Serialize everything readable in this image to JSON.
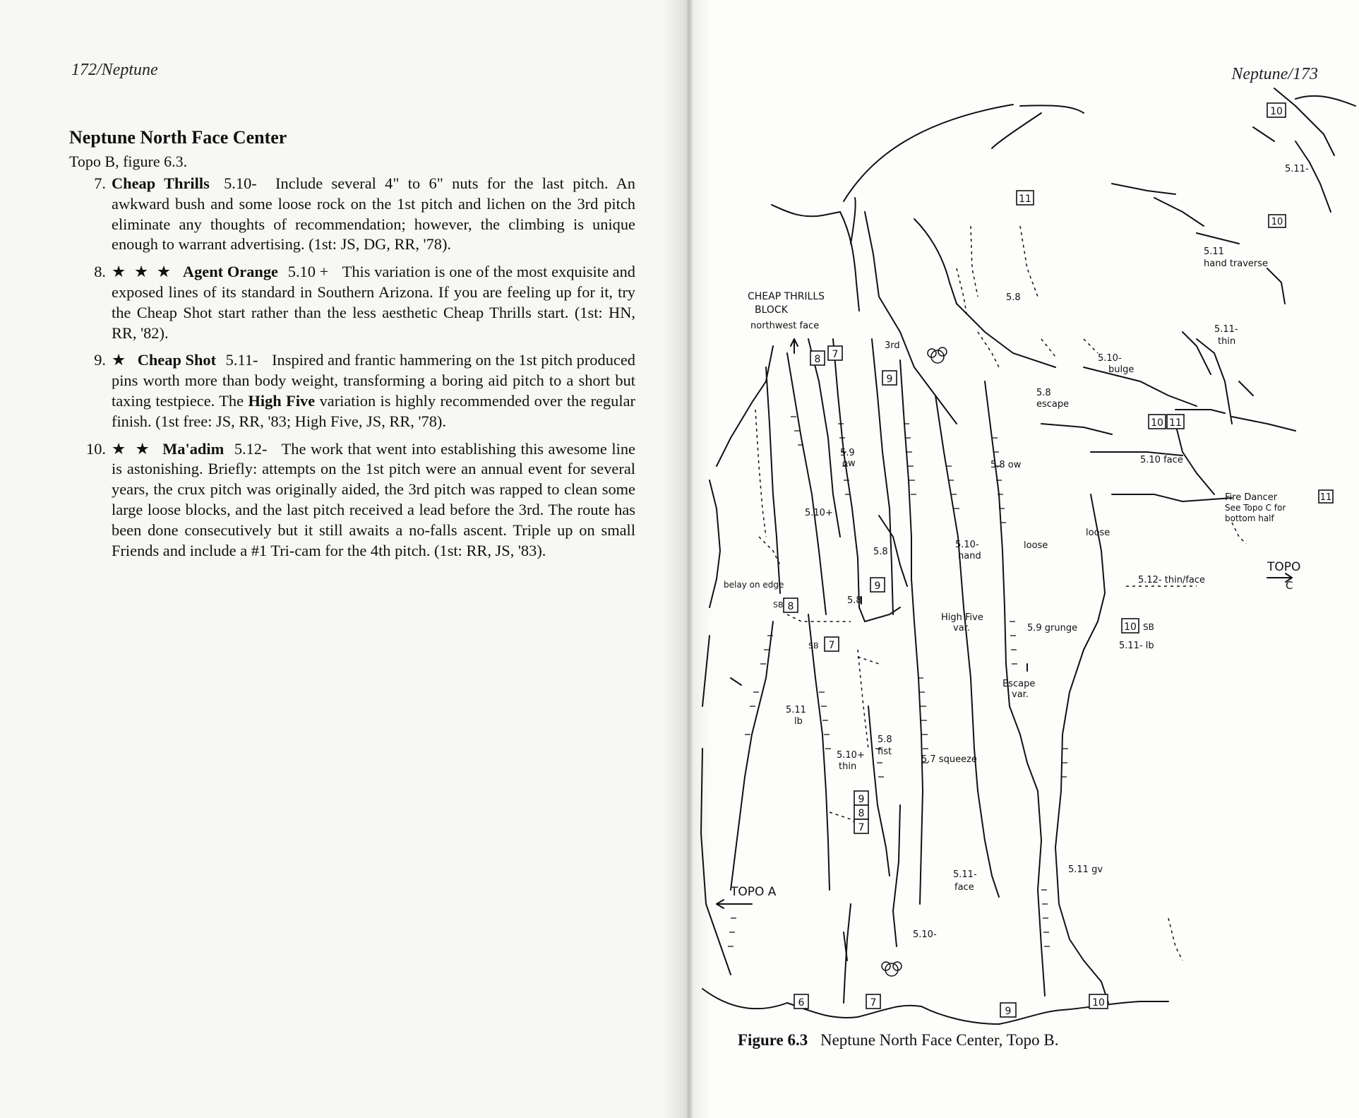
{
  "left_page": {
    "header": "172/Neptune",
    "section_title": "Neptune North Face Center",
    "topo_ref": "Topo B, figure 6.3.",
    "routes": [
      {
        "number": "7.",
        "stars": "",
        "name": "Cheap Thrills",
        "grade": "5.10-",
        "description": "Include several 4\" to 6\" nuts for the last pitch. An awkward bush and some loose rock on the 1st pitch and lichen on the 3rd pitch eliminate any thoughts of recommendation; however, the climbing is unique enough to warrant advertising. (1st: JS, DG, RR, '78)."
      },
      {
        "number": "8.",
        "stars": "★ ★ ★",
        "name": "Agent Orange",
        "grade": "5.10 +",
        "description": "This variation is one of the most exquisite and exposed lines of its standard in Southern Arizona. If you are feeling up for it, try the Cheap Shot start rather than the less aesthetic Cheap Thrills start. (1st: HN, RR, '82)."
      },
      {
        "number": "9.",
        "stars": "★",
        "name": "Cheap Shot",
        "grade": "5.11-",
        "description_before": "Inspired and frantic hammering on the 1st pitch produced pins worth more than body weight, transforming a boring aid pitch to a short but taxing testpiece. The",
        "highlight": "High Five",
        "description_after": "variation is highly recommended over the regular finish. (1st free: JS, RR, '83; High Five, JS, RR, '78)."
      },
      {
        "number": "10.",
        "stars": "★ ★",
        "name": "Ma'adim",
        "grade": "5.12-",
        "description": "The work that went into establishing this awesome line is astonishing. Briefly: attempts on the 1st pitch were an annual event for several years, the crux pitch was originally aided, the 3rd pitch was rapped to clean some large loose blocks, and the last pitch received a lead before the 3rd. The route has been done consecutively but it still awaits a no-falls ascent. Triple up on small Friends and include a #1 Tri-cam for the 4th pitch. (1st: RR, JS, '83)."
      }
    ]
  },
  "right_page": {
    "header": "Neptune/173",
    "figure_label": "Figure 6.3",
    "figure_caption": "Neptune North Face Center, Topo B.",
    "topo_labels": {
      "block_line1": "CHEAP THRILLS",
      "block_line2": "BLOCK",
      "block_line3": "northwest face",
      "belay": "belay on edge",
      "topo_a": "TOPO A",
      "topo_c_line1": "TOPO",
      "topo_c_line2": "C",
      "fire_dancer_line1": "Fire Dancer",
      "fire_dancer_line2": "See Topo C for",
      "fire_dancer_line3": "bottom half",
      "hand_traverse_grade": "5.11",
      "hand_traverse": "hand traverse",
      "thin_grade": "5.11-",
      "thin": "thin",
      "bulge_grade": "5.10-",
      "bulge": "bulge",
      "escape_grade": "5.8",
      "escape": "escape",
      "face_510": "5.10 face",
      "loose1": "loose",
      "loose2": "loose",
      "thin_face": "5.12-  thin/face",
      "sb_511": "5.11- lb",
      "sb": "SB",
      "grunge": "5.9 grunge",
      "escape_var_line1": "Escape",
      "escape_var_line2": "var.",
      "high_five_line1": "High Five",
      "high_five_line2": "var.",
      "hand_grade": "5.10-",
      "hand": "hand",
      "ow_58": "5.8 ow",
      "g_59": "5.9",
      "ow": "ow",
      "g_510p": "5.10+",
      "third": "3rd",
      "g_58a": "5.8",
      "g_58b": "5.8",
      "g_58c": "5.8",
      "sb8": "SB",
      "sb7": "SB",
      "g_511_lb": "5.11",
      "lb": "lb",
      "g_510p_thin": "5.10+",
      "thin2": "thin",
      "g_58_fist": "5.8",
      "fist": "fist",
      "squeeze": "5.7 squeeze",
      "g_511_face": "5.11-",
      "face": "face",
      "g_510m": "5.10-",
      "g_511_gv": "5.11 gv",
      "g_511m_top": "5.11-",
      "b6": "6",
      "b7": "7",
      "b8": "8",
      "b9": "9",
      "b10": "10",
      "b11": "11"
    }
  }
}
